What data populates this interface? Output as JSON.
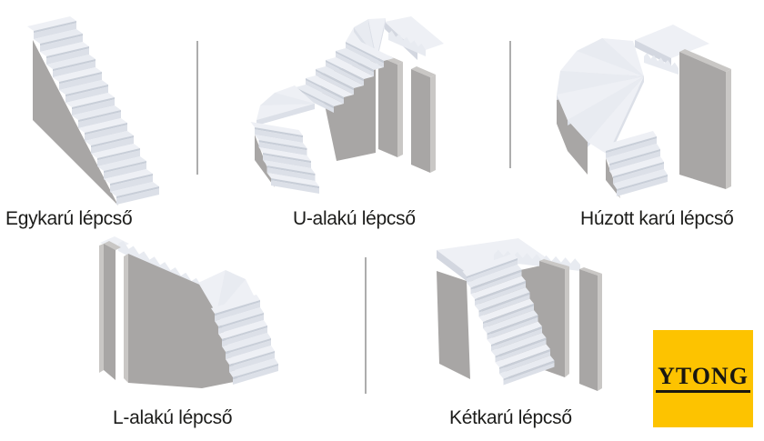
{
  "figures": [
    {
      "label": "Egykarú lépcső",
      "illustration": "single-flight-staircase"
    },
    {
      "label": "U-alakú lépcső",
      "illustration": "u-shaped-staircase"
    },
    {
      "label": "Húzott karú lépcső",
      "illustration": "winder-staircase"
    },
    {
      "label": "L-alakú lépcső",
      "illustration": "l-shaped-staircase"
    },
    {
      "label": "Kétkarú lépcső",
      "illustration": "double-flight-staircase"
    }
  ],
  "logo": {
    "text": "YTONG",
    "background_color": "#fdc300",
    "text_color": "#191711"
  },
  "colors": {
    "background": "#ffffff",
    "label_text": "#1c1c1a",
    "divider": "#adadad",
    "step_top": "#eef0f5",
    "step_top_alt": "#e8ebf1",
    "step_nose": "#c8ced8",
    "step_riser": "#dce0e8",
    "step_side": "#d3d7e0",
    "wall": "#a8a6a5",
    "wall_light": "#c9c7c5"
  }
}
